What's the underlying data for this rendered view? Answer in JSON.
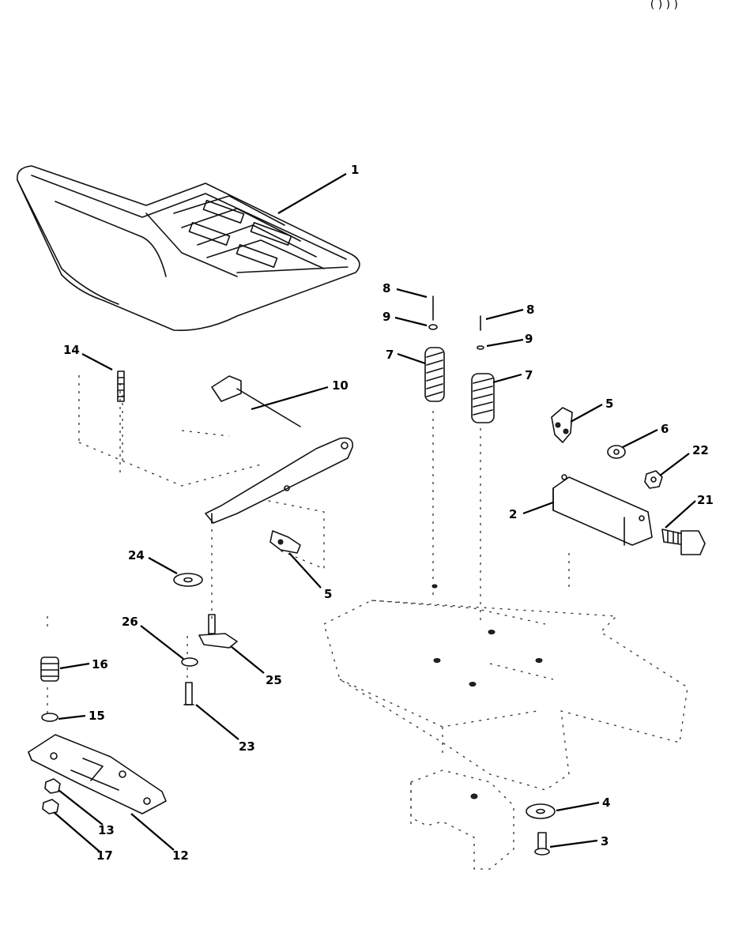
{
  "corner_mark": "( ) ) )",
  "callouts": {
    "c1": "1",
    "c14": "14",
    "c10": "10",
    "c8a": "8",
    "c9a": "9",
    "c7a": "7",
    "c8b": "8",
    "c9b": "9",
    "c7b": "7",
    "c5a": "5",
    "c6": "6",
    "c22": "22",
    "c2": "2",
    "c21": "21",
    "c24": "24",
    "c5b": "5",
    "c26": "26",
    "c25": "25",
    "c16": "16",
    "c15": "15",
    "c23": "23",
    "c13": "13",
    "c17": "17",
    "c12": "12",
    "c4": "4",
    "c3": "3"
  }
}
